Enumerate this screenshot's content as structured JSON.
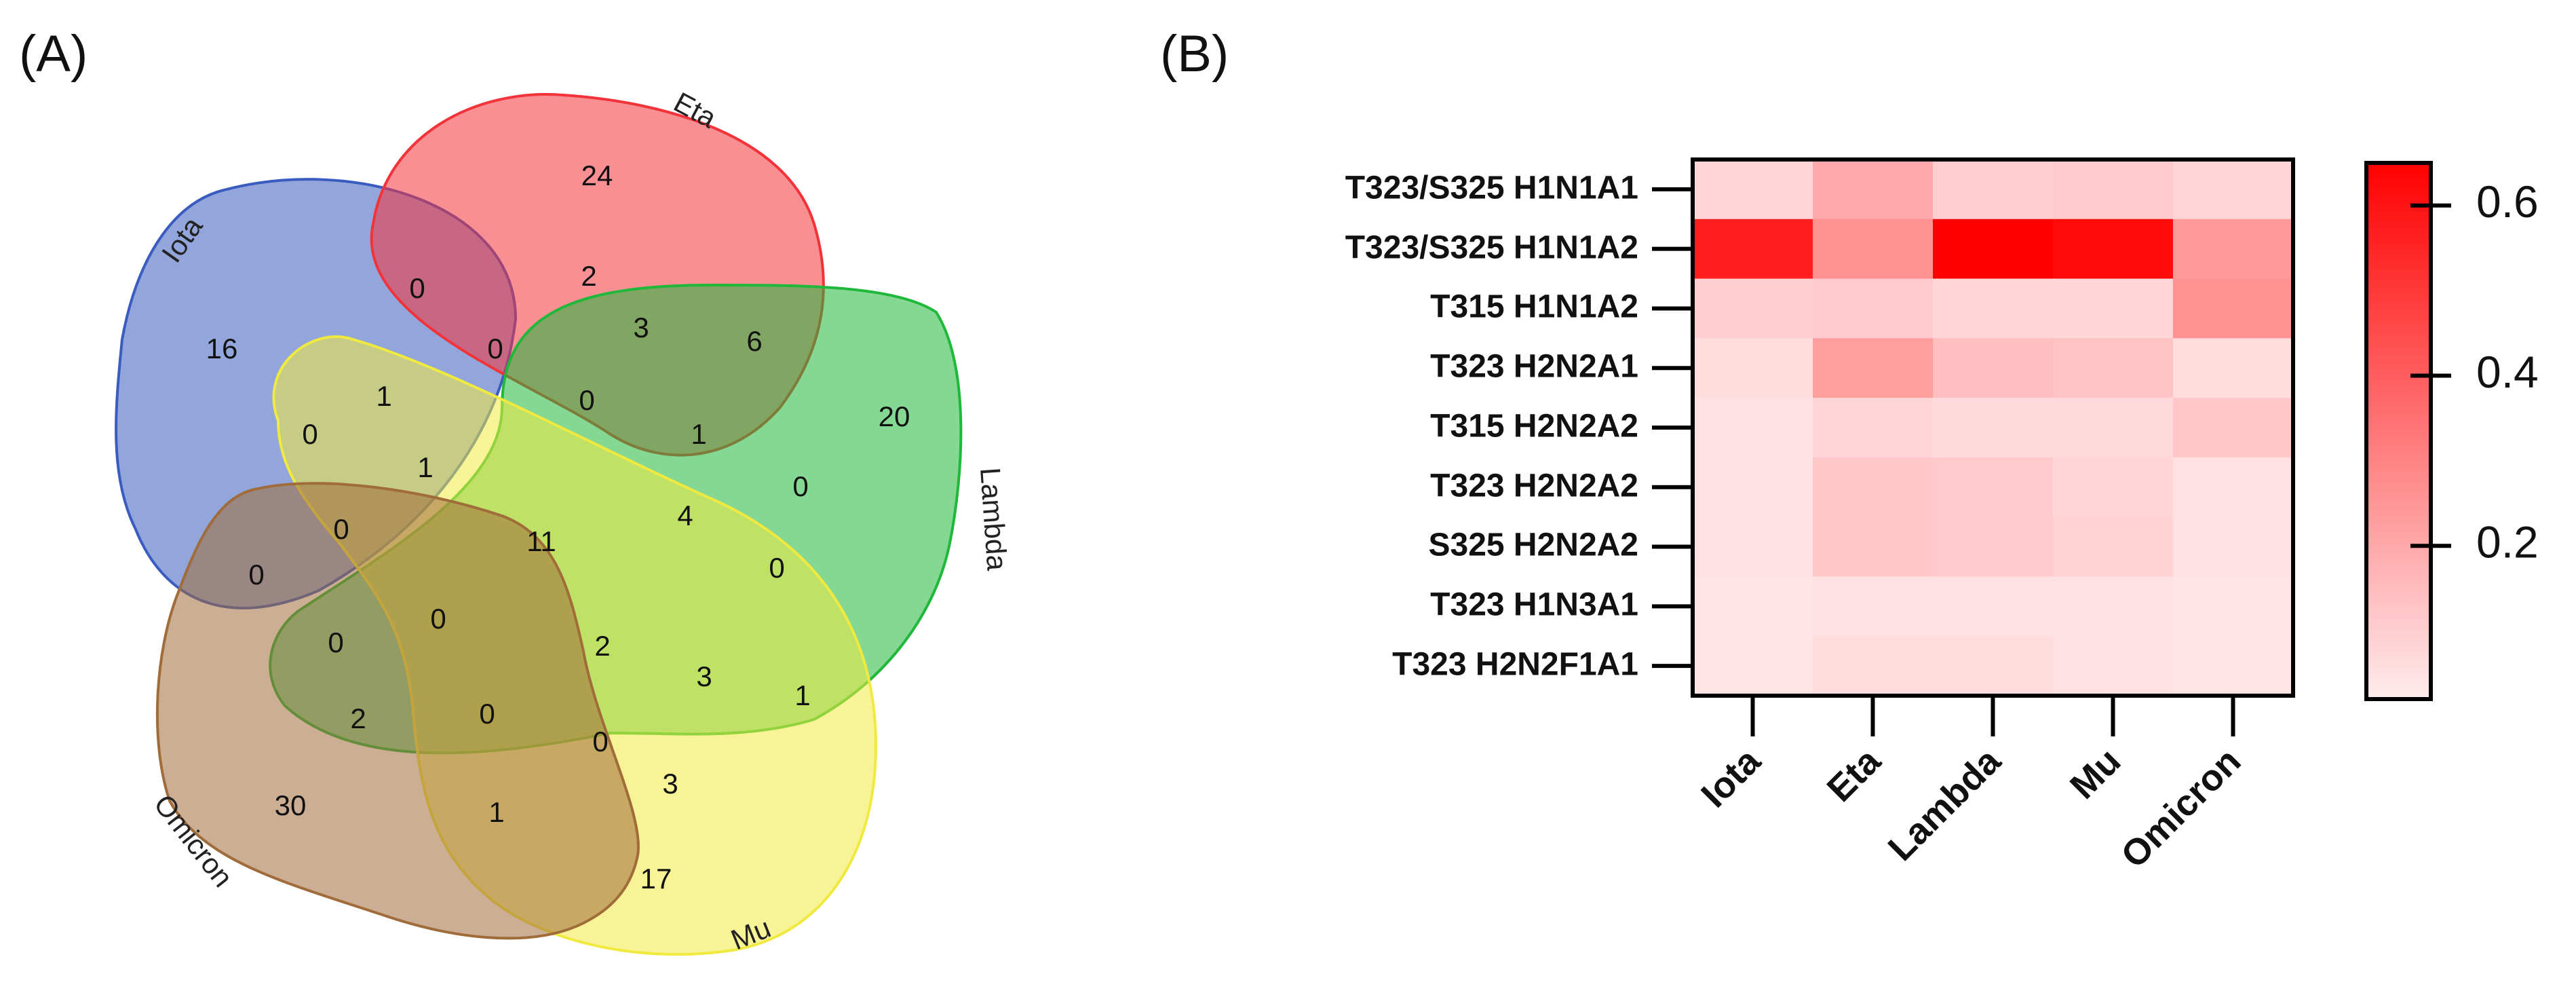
{
  "chart_data": [
    {
      "type": "venn",
      "panel_label": "(A)",
      "sets": [
        {
          "name": "Iota",
          "color": "#3a5cc0"
        },
        {
          "name": "Eta",
          "color": "#f2333a"
        },
        {
          "name": "Lambda",
          "color": "#1fb83a"
        },
        {
          "name": "Mu",
          "color": "#f0ea40"
        },
        {
          "name": "Omicron",
          "color": "#a06c3a"
        }
      ],
      "region_counts": [
        "24",
        "0",
        "16",
        "2",
        "3",
        "6",
        "0",
        "0",
        "1",
        "20",
        "0",
        "1",
        "1",
        "0",
        "0",
        "0",
        "11",
        "4",
        "0",
        "0",
        "0",
        "2",
        "3",
        "1",
        "2",
        "0",
        "0",
        "30",
        "3",
        "1",
        "17"
      ]
    },
    {
      "type": "heatmap",
      "panel_label": "(B)",
      "rows": [
        "T323/S325 H1N1A1",
        "T323/S325 H1N1A2",
        "T315 H1N1A2",
        "T323 H2N2A1",
        "T315 H2N2A2",
        "T323 H2N2A2",
        "S325 H2N2A2",
        "T323 H1N3A1",
        "T323 H2N2F1A1"
      ],
      "columns": [
        "Iota",
        "Eta",
        "Lambda",
        "Mu",
        "Omicron"
      ],
      "values": [
        [
          0.08,
          0.2,
          0.1,
          0.11,
          0.08
        ],
        [
          0.57,
          0.26,
          0.65,
          0.62,
          0.24
        ],
        [
          0.1,
          0.11,
          0.08,
          0.08,
          0.26
        ],
        [
          0.06,
          0.23,
          0.14,
          0.13,
          0.06
        ],
        [
          0.05,
          0.08,
          0.07,
          0.07,
          0.12
        ],
        [
          0.05,
          0.12,
          0.11,
          0.08,
          0.05
        ],
        [
          0.05,
          0.12,
          0.11,
          0.09,
          0.05
        ],
        [
          0.04,
          0.05,
          0.05,
          0.05,
          0.04
        ],
        [
          0.04,
          0.06,
          0.06,
          0.05,
          0.04
        ]
      ],
      "colorbar": {
        "min": 0.02,
        "max": 0.65,
        "ticks": [
          0.2,
          0.4,
          0.6
        ],
        "tick_labels": [
          "0.2",
          "0.4",
          "0.6"
        ],
        "low_color": "#ffecee",
        "high_color": "#ff0000"
      }
    }
  ]
}
